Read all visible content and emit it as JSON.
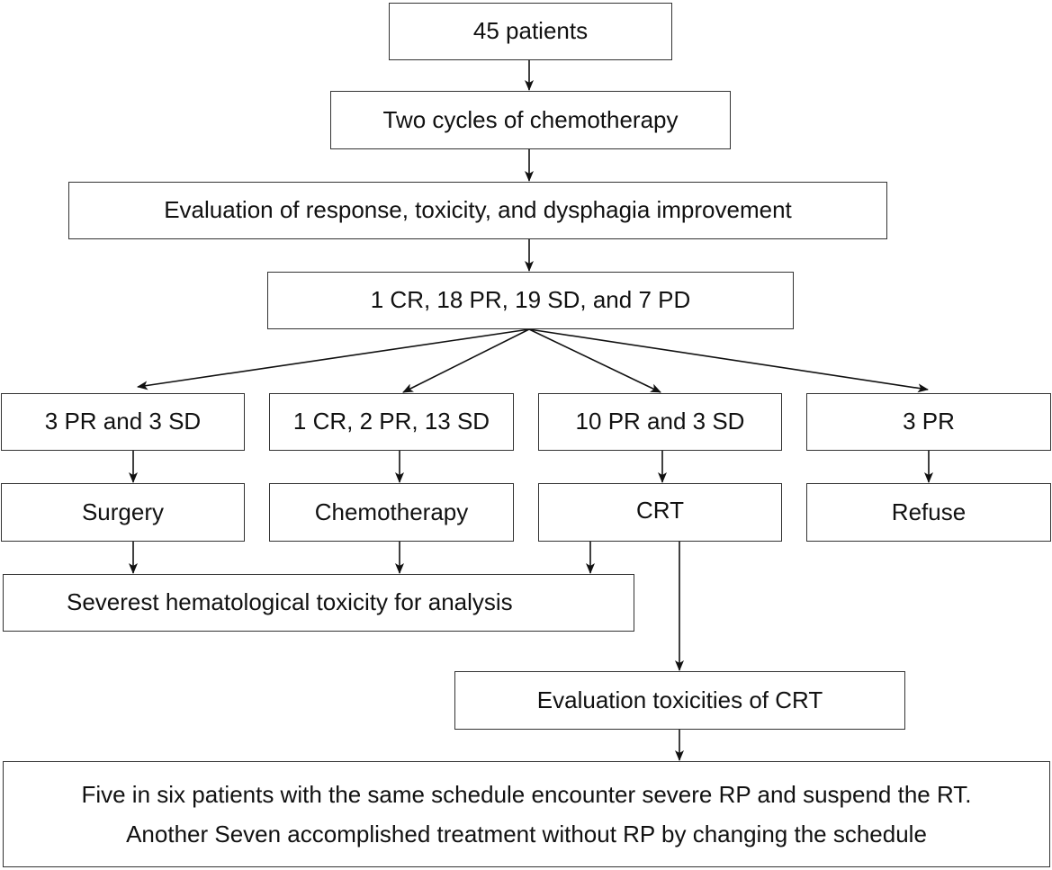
{
  "flowchart": {
    "start": "45 patients",
    "chemo_cycles": "Two cycles of chemotherapy",
    "evaluation": "Evaluation of response, toxicity, and dysphagia improvement",
    "response_summary": "1 CR, 18 PR, 19 SD, and 7 PD",
    "groups": [
      {
        "response": "3 PR and 3 SD",
        "treatment": "Surgery"
      },
      {
        "response": "1 CR, 2 PR, 13 SD",
        "treatment": "Chemotherapy"
      },
      {
        "response": "10 PR and 3 SD",
        "treatment": "CRT"
      },
      {
        "response": "3 PR",
        "treatment": "Refuse"
      }
    ],
    "hematological": "Severest hematological toxicity for analysis",
    "crt_evaluation": "Evaluation toxicities of CRT",
    "outcome_line1": "Five in six patients with the same schedule encounter severe RP and suspend the RT.",
    "outcome_line2": "Another Seven accomplished treatment without RP by changing the schedule"
  }
}
